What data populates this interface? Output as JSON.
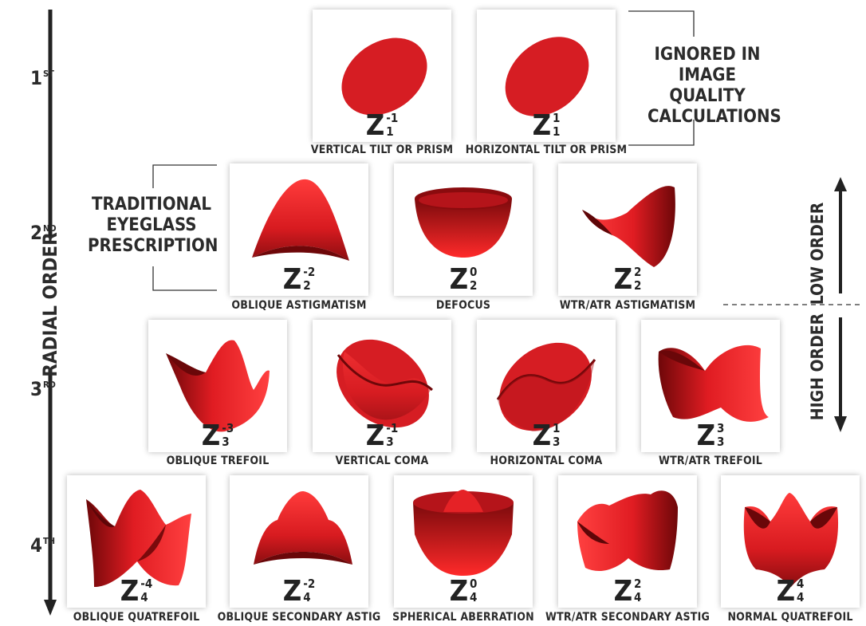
{
  "axis": {
    "label": "RADIAL ORDER"
  },
  "orders": [
    {
      "num": "1",
      "suf": "ST"
    },
    {
      "num": "2",
      "suf": "ND"
    },
    {
      "num": "3",
      "suf": "RD"
    },
    {
      "num": "4",
      "suf": "TH"
    }
  ],
  "notes": {
    "ignored": [
      "IGNORED IN",
      "IMAGE QUALITY",
      "CALCULATIONS"
    ],
    "traditional": [
      "TRADITIONAL",
      "EYEGLASS",
      "PRESCRIPTION"
    ]
  },
  "order_labels": {
    "low": "LOW ORDER",
    "high": "HIGH ORDER"
  },
  "surface_color": "#e01c22",
  "modes": [
    {
      "id": "z1m1",
      "n": "1",
      "m": "-1",
      "label": "VERTICAL TILT OR PRISM"
    },
    {
      "id": "z11",
      "n": "1",
      "m": "1",
      "label": "HORIZONTAL TILT OR PRISM"
    },
    {
      "id": "z2m2",
      "n": "2",
      "m": "-2",
      "label": "OBLIQUE ASTIGMATISM"
    },
    {
      "id": "z20",
      "n": "2",
      "m": "0",
      "label": "DEFOCUS"
    },
    {
      "id": "z22",
      "n": "2",
      "m": "2",
      "label": "WTR/ATR ASTIGMATISM"
    },
    {
      "id": "z3m3",
      "n": "3",
      "m": "-3",
      "label": "OBLIQUE TREFOIL"
    },
    {
      "id": "z3m1",
      "n": "3",
      "m": "-1",
      "label": "VERTICAL COMA"
    },
    {
      "id": "z31",
      "n": "3",
      "m": "1",
      "label": "HORIZONTAL COMA"
    },
    {
      "id": "z33",
      "n": "3",
      "m": "3",
      "label": "WTR/ATR TREFOIL"
    },
    {
      "id": "z4m4",
      "n": "4",
      "m": "-4",
      "label": "OBLIQUE QUATREFOIL"
    },
    {
      "id": "z4m2",
      "n": "4",
      "m": "-2",
      "label": "OBLIQUE SECONDARY ASTIG"
    },
    {
      "id": "z40",
      "n": "4",
      "m": "0",
      "label": "SPHERICAL ABERRATION"
    },
    {
      "id": "z42",
      "n": "4",
      "m": "2",
      "label": "WTR/ATR SECONDARY ASTIG"
    },
    {
      "id": "z44",
      "n": "4",
      "m": "4",
      "label": "NORMAL QUATREFOIL"
    }
  ]
}
